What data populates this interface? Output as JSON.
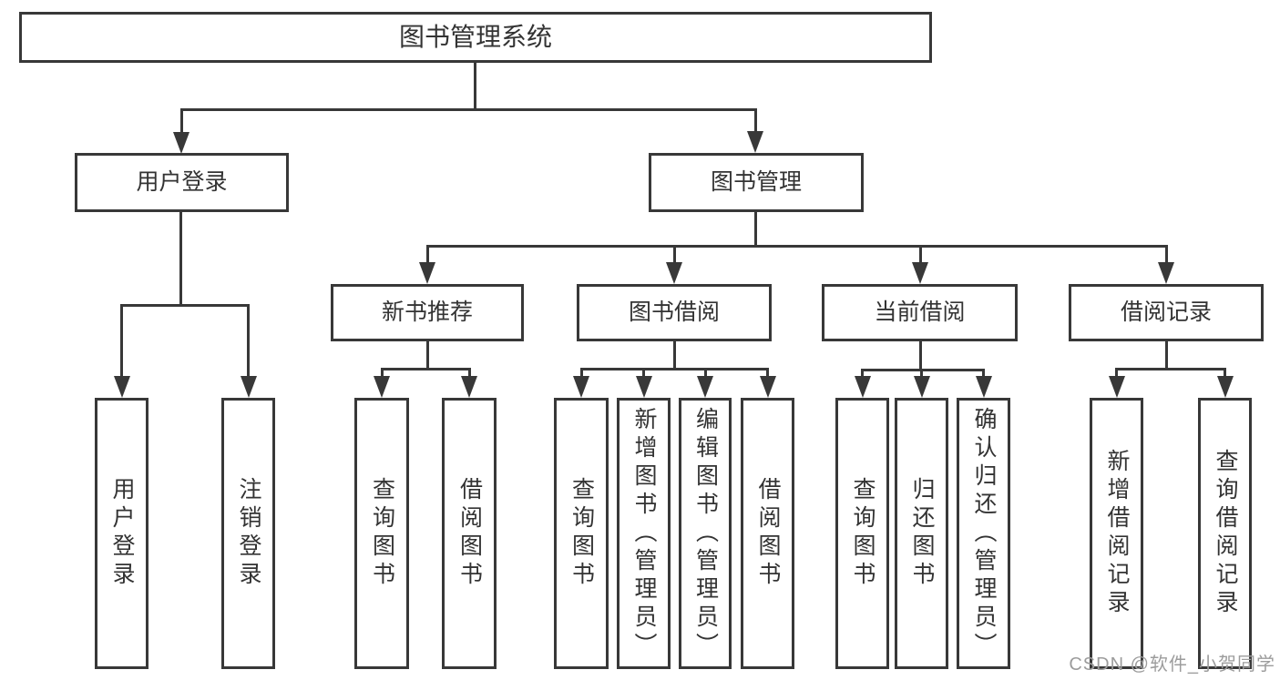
{
  "diagram": {
    "title": "图书管理系统",
    "tree": {
      "label": "图书管理系统",
      "children": [
        {
          "label": "用户登录",
          "children": [
            {
              "label": "用户登录"
            },
            {
              "label": "注销登录"
            }
          ]
        },
        {
          "label": "图书管理",
          "children": [
            {
              "label": "新书推荐",
              "children": [
                {
                  "label": "查询图书"
                },
                {
                  "label": "借阅图书"
                }
              ]
            },
            {
              "label": "图书借阅",
              "children": [
                {
                  "label": "查询图书"
                },
                {
                  "label": "新增图书（管理员）"
                },
                {
                  "label": "编辑图书（管理员）"
                },
                {
                  "label": "借阅图书"
                }
              ]
            },
            {
              "label": "当前借阅",
              "children": [
                {
                  "label": "查询图书"
                },
                {
                  "label": "归还图书"
                },
                {
                  "label": "确认归还（管理员）"
                }
              ]
            },
            {
              "label": "借阅记录",
              "children": [
                {
                  "label": "新增借阅记录"
                },
                {
                  "label": "查询借阅记录"
                }
              ]
            }
          ]
        }
      ]
    },
    "watermark": "CSDN @软件_小贺同学",
    "colors": {
      "line": "#383838",
      "border": "#383838",
      "text": "#333333",
      "watermark": "#9c9c9c",
      "background": "#ffffff"
    }
  }
}
